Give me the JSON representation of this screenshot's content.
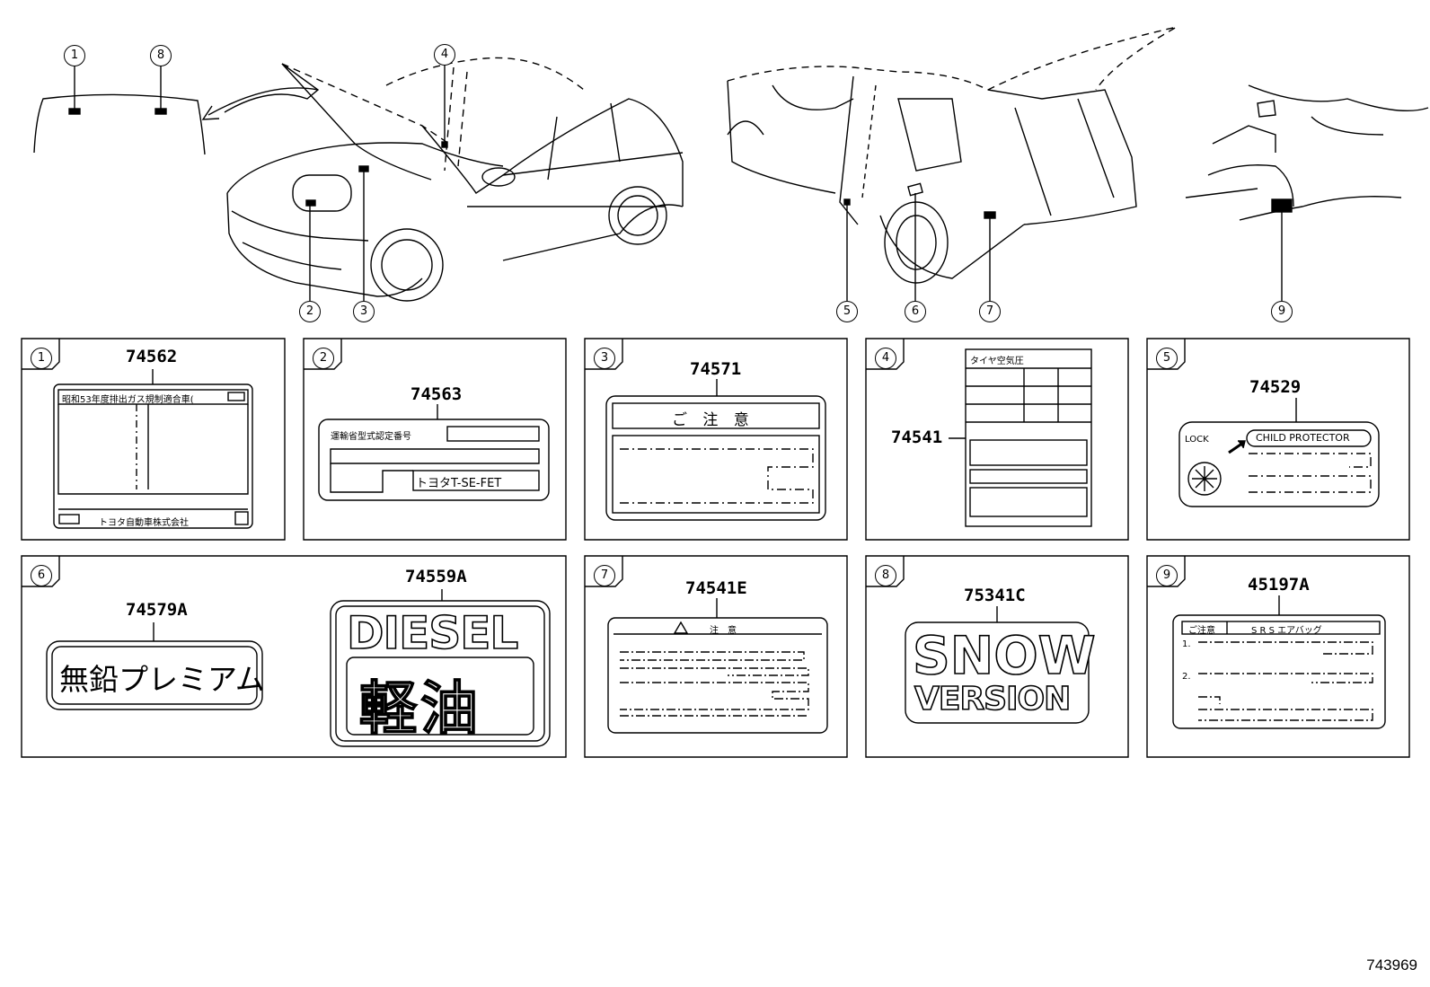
{
  "callouts": [
    "1",
    "2",
    "3",
    "4",
    "5",
    "6",
    "7",
    "8",
    "9"
  ],
  "panels": [
    {
      "num": "1",
      "part": "74562",
      "header": "昭和53年度排出ガス規制適合車(",
      "footer": "トヨタ自動車株式会社"
    },
    {
      "num": "2",
      "part": "74563",
      "line1": "運輸省型式認定番号",
      "code": "トヨタT-SE-FET"
    },
    {
      "num": "3",
      "part": "74571",
      "title": "ご 注 意"
    },
    {
      "num": "4",
      "part": "74541",
      "header": "タイヤ空気圧"
    },
    {
      "num": "5",
      "part": "74529",
      "lock": "LOCK",
      "child": "CHILD PROTECTOR"
    },
    {
      "num": "6",
      "part_a": "74579A",
      "part_b": "74559A",
      "premium": "無鉛プレミアム",
      "diesel": "DIESEL",
      "keiyu": "軽油"
    },
    {
      "num": "7",
      "part": "74541E",
      "title": "注　意"
    },
    {
      "num": "8",
      "part": "75341C",
      "snow": "SNOW",
      "version": "VERSION"
    },
    {
      "num": "9",
      "part": "45197A",
      "caution": "ご注意",
      "srs": "S R S エアバッグ",
      "item1": "1.",
      "item2": "2."
    }
  ],
  "doc_number": "743969"
}
